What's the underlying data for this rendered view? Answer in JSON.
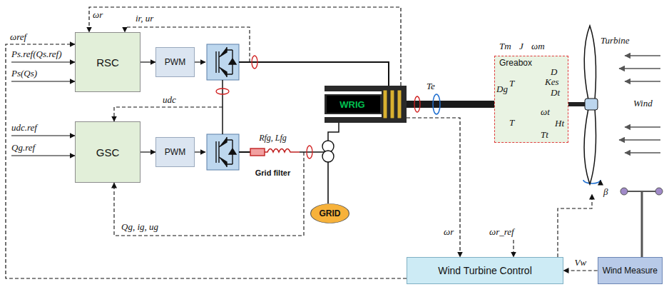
{
  "diagram": {
    "nodes": [
      {
        "text": [
          "RSC"
        ]
      },
      {
        "text": [
          "PWM"
        ]
      },
      {
        "text": [
          "GSC"
        ]
      },
      {
        "text": [
          "PWM"
        ]
      },
      {
        "text": [
          "WRIG"
        ]
      },
      {
        "text": [
          "Greabox"
        ]
      },
      {
        "text": [
          "Rfg, Lfg",
          "Grid filter"
        ]
      },
      {
        "text": [
          "GRID"
        ]
      },
      {
        "text": [
          "Wind Turbine Control"
        ]
      },
      {
        "text": [
          "Wind Measure"
        ]
      }
    ],
    "edges": [
      {
        "from": 0,
        "to": 1,
        "arrow": "to"
      },
      {
        "from": 2,
        "to": 3,
        "arrow": "to"
      },
      {
        "from": 4,
        "to": 0,
        "arrow": "to"
      },
      {
        "from": 4,
        "to": 8,
        "arrow": "to"
      },
      {
        "from": 9,
        "to": 8,
        "label": "Vw",
        "arrow": "to"
      },
      {
        "from": 8,
        "to": 0,
        "arrow": "to"
      },
      {
        "from": 4,
        "to": 5,
        "arrow": "none"
      },
      {
        "from": 6,
        "to": 7,
        "arrow": "none"
      }
    ],
    "labels": [
      "ωr",
      "ir, ur",
      "ωref",
      "Ps.ref(Qs.ref)",
      "Ps(Qs)",
      "udc",
      "udc.ref",
      "Qg.ref",
      "Qg, ig, ug",
      "Te",
      "Tm",
      "J",
      "ωm",
      "Dg",
      "T",
      "T",
      "D",
      "Kes",
      "Dt",
      "ωt",
      "Ht",
      "Tt",
      "Turbine",
      "Wind",
      "β",
      "ωr",
      "ωr_ref"
    ]
  }
}
